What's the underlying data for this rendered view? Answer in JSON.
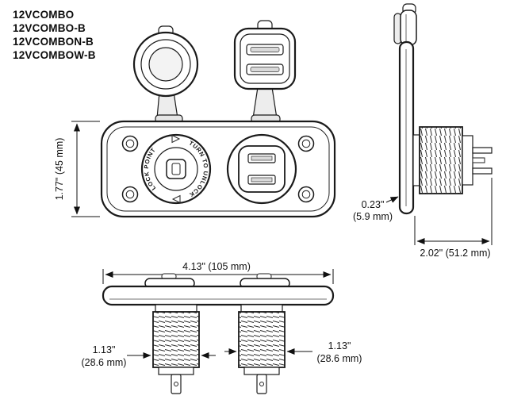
{
  "title_block": {
    "part_numbers": [
      "12VCOMBO",
      "12VCOMBO-B",
      "12VCOMBON-B",
      "12VCOMBOW-B"
    ]
  },
  "front_view": {
    "lock_point_label": "LOCK POINT",
    "turn_to_unlock_label": "TURN TO UNLOCK",
    "height_dimension": "1.77\" (45 mm)"
  },
  "side_view": {
    "flange_thickness_in": "0.23\"",
    "flange_thickness_mm": "(5.9 mm)",
    "depth_dimension": "2.02\" (51.2 mm)"
  },
  "bottom_view": {
    "width_dimension": "4.13\" (105 mm)",
    "left_barrel_diameter_in": "1.13\"",
    "left_barrel_diameter_mm": "(28.6 mm)",
    "right_barrel_diameter_in": "1.13\"",
    "right_barrel_diameter_mm": "(28.6 mm)"
  }
}
